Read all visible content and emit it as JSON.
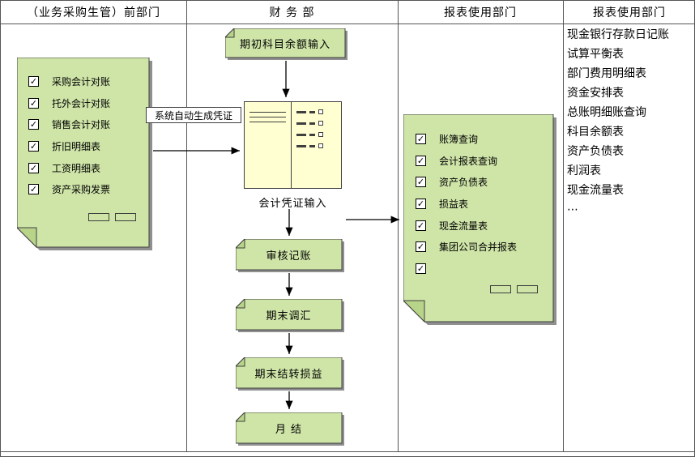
{
  "lanes": {
    "headers": [
      "（业务采购生管）前部门",
      "财 务 部",
      "报表使用部门",
      "报表使用部门"
    ]
  },
  "front_checklist": {
    "items": [
      "采购会计对账",
      "托外会计对账",
      "销售会计对账",
      "折旧明细表",
      "工资明细表",
      "资产采购发票"
    ]
  },
  "finance": {
    "opening_balance_label": "期初科目余额输入",
    "auto_voucher_label": "系统自动生成凭证",
    "voucher_form_label": "会计凭证输入",
    "steps": [
      "审核记账",
      "期末调汇",
      "期末结转损益",
      "月  结"
    ]
  },
  "report_checklist": {
    "items": [
      "账簿查询",
      "会计报表查询",
      "资产负债表",
      "损益表",
      "现金流量表",
      "集团公司合并报表",
      ""
    ]
  },
  "report_list": {
    "items": [
      "现金银行存款日记账",
      "试算平衡表",
      "部门费用明细表",
      "资金安排表",
      "总账明细账查询",
      "科目余额表",
      "资产负债表",
      "利润表",
      "现金流量表",
      "⋯"
    ]
  },
  "icons": {
    "check": "✓"
  },
  "colors": {
    "note_fill": "#cfe5a8",
    "note_fold": "#b7d489",
    "note_border": "#3f3f3f",
    "shadow": "#8f8f8f",
    "form_fill": "#ffffd2"
  }
}
